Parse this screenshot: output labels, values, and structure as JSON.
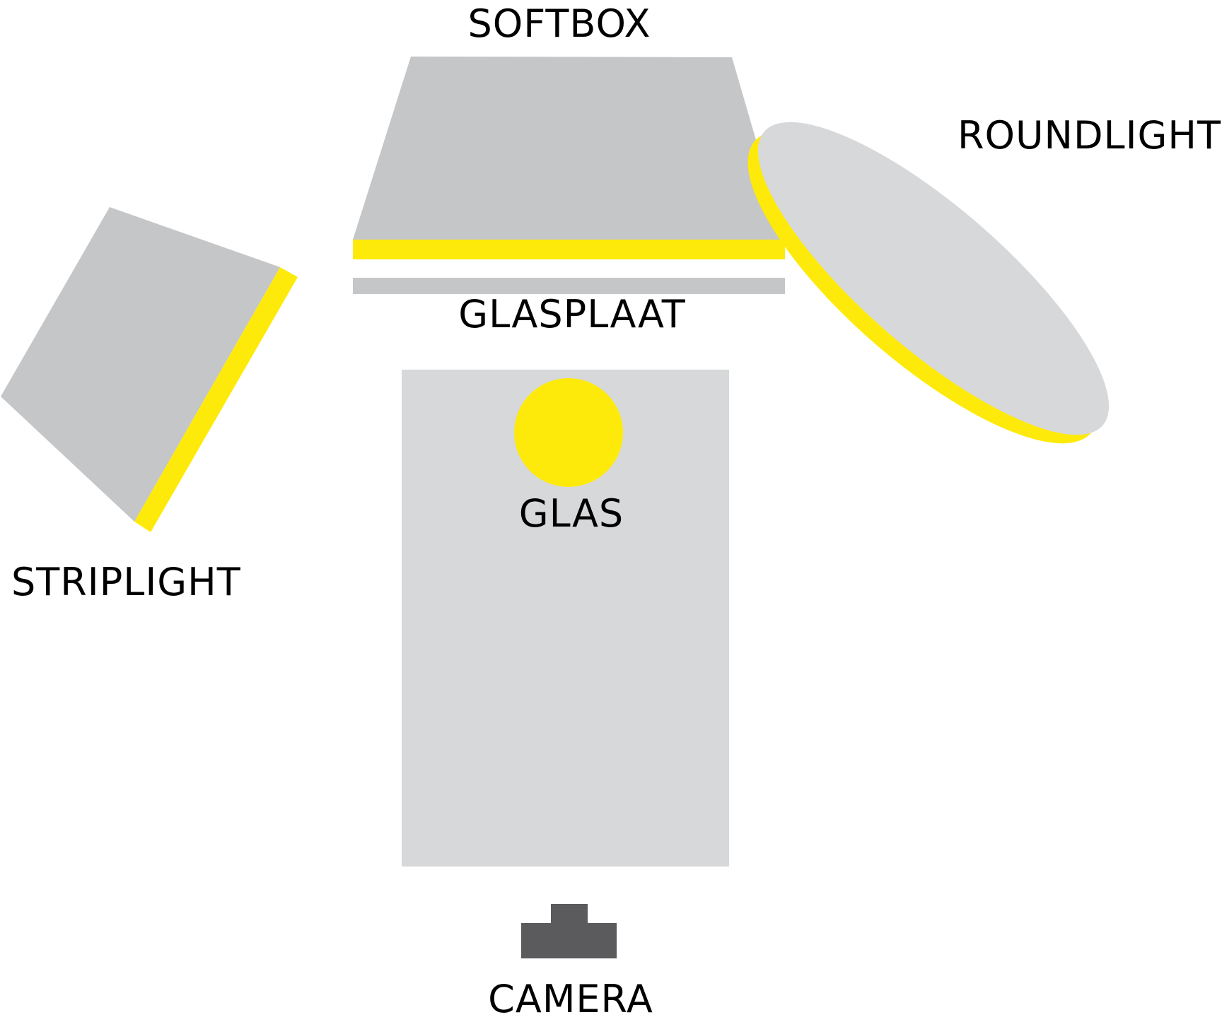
{
  "labels": {
    "softbox": "SOFTBOX",
    "glasplaat": "GLASPLAAT",
    "roundlight": "ROUNDLIGHT",
    "striplight": "STRIPLIGHT",
    "glas": "GLAS",
    "camera": "CAMERA"
  },
  "colors": {
    "light_gray": "#c5c6c8",
    "table_gray": "#d7d8da",
    "yellow": "#feea0a",
    "camera_dark": "#5b5b5d",
    "text": "#000000"
  }
}
